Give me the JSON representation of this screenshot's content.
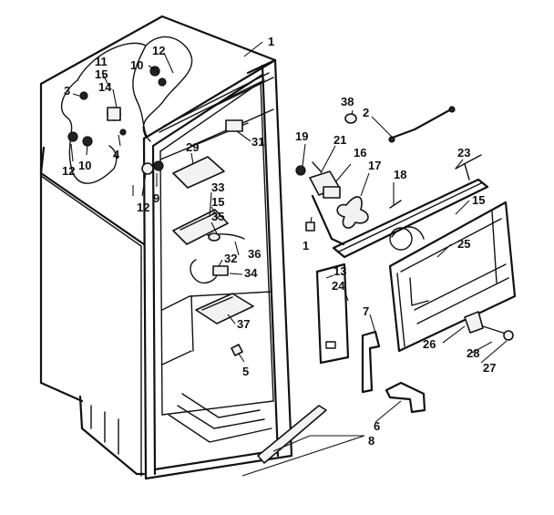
{
  "callouts": [
    {
      "id": "c1",
      "text": "1"
    },
    {
      "id": "c12a",
      "text": "12"
    },
    {
      "id": "c10a",
      "text": "10"
    },
    {
      "id": "c11",
      "text": "11"
    },
    {
      "id": "c15a",
      "text": "15"
    },
    {
      "id": "c14",
      "text": "14"
    },
    {
      "id": "c3",
      "text": "3"
    },
    {
      "id": "c12b",
      "text": "12"
    },
    {
      "id": "c10b",
      "text": "10"
    },
    {
      "id": "c4",
      "text": "4"
    },
    {
      "id": "c12c",
      "text": "12"
    },
    {
      "id": "c9",
      "text": "9"
    },
    {
      "id": "c38",
      "text": "38"
    },
    {
      "id": "c2",
      "text": "2"
    },
    {
      "id": "c19",
      "text": "19"
    },
    {
      "id": "c21",
      "text": "21"
    },
    {
      "id": "c16",
      "text": "16"
    },
    {
      "id": "c31",
      "text": "31"
    },
    {
      "id": "c29",
      "text": "29"
    },
    {
      "id": "c17",
      "text": "17"
    },
    {
      "id": "c18",
      "text": "18"
    },
    {
      "id": "c23",
      "text": "23"
    },
    {
      "id": "c15b",
      "text": "15"
    },
    {
      "id": "c33",
      "text": "33"
    },
    {
      "id": "c15c",
      "text": "15"
    },
    {
      "id": "c35",
      "text": "35"
    },
    {
      "id": "c36",
      "text": "36"
    },
    {
      "id": "c32",
      "text": "32"
    },
    {
      "id": "c34",
      "text": "34"
    },
    {
      "id": "c25",
      "text": "25"
    },
    {
      "id": "c1b",
      "text": "1"
    },
    {
      "id": "c13",
      "text": "13"
    },
    {
      "id": "c24",
      "text": "24"
    },
    {
      "id": "c7",
      "text": "7"
    },
    {
      "id": "c37",
      "text": "37"
    },
    {
      "id": "c5",
      "text": "5"
    },
    {
      "id": "c26",
      "text": "26"
    },
    {
      "id": "c28",
      "text": "28"
    },
    {
      "id": "c27",
      "text": "27"
    },
    {
      "id": "c6",
      "text": "6"
    },
    {
      "id": "c8",
      "text": "8"
    }
  ]
}
